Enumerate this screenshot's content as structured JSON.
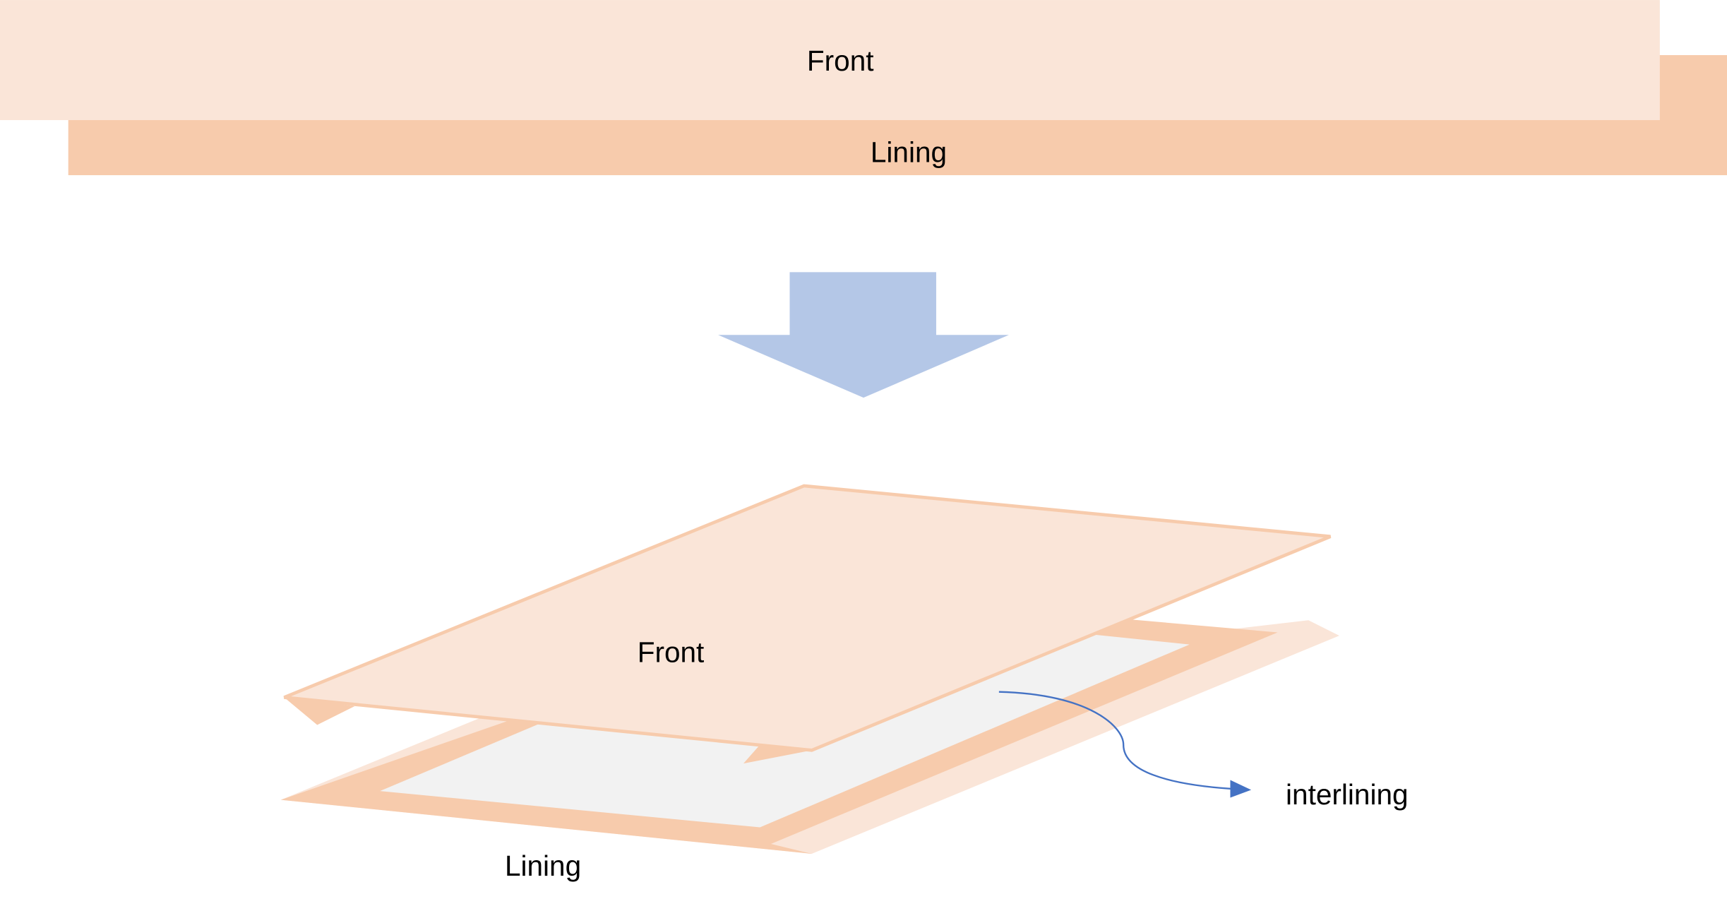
{
  "top_diagram": {
    "front_label": "Front",
    "lining_label": "Lining"
  },
  "bottom_diagram": {
    "front_label": "Front",
    "lining_label": "Lining",
    "interlining_label": "interlining"
  },
  "colors": {
    "front_fill": "#FAE5D8",
    "lining_fill": "#F7CBAC",
    "interlining_fill": "#F2F2F2",
    "arrow_fill": "#B4C7E7",
    "pointer_stroke": "#4472C4"
  }
}
